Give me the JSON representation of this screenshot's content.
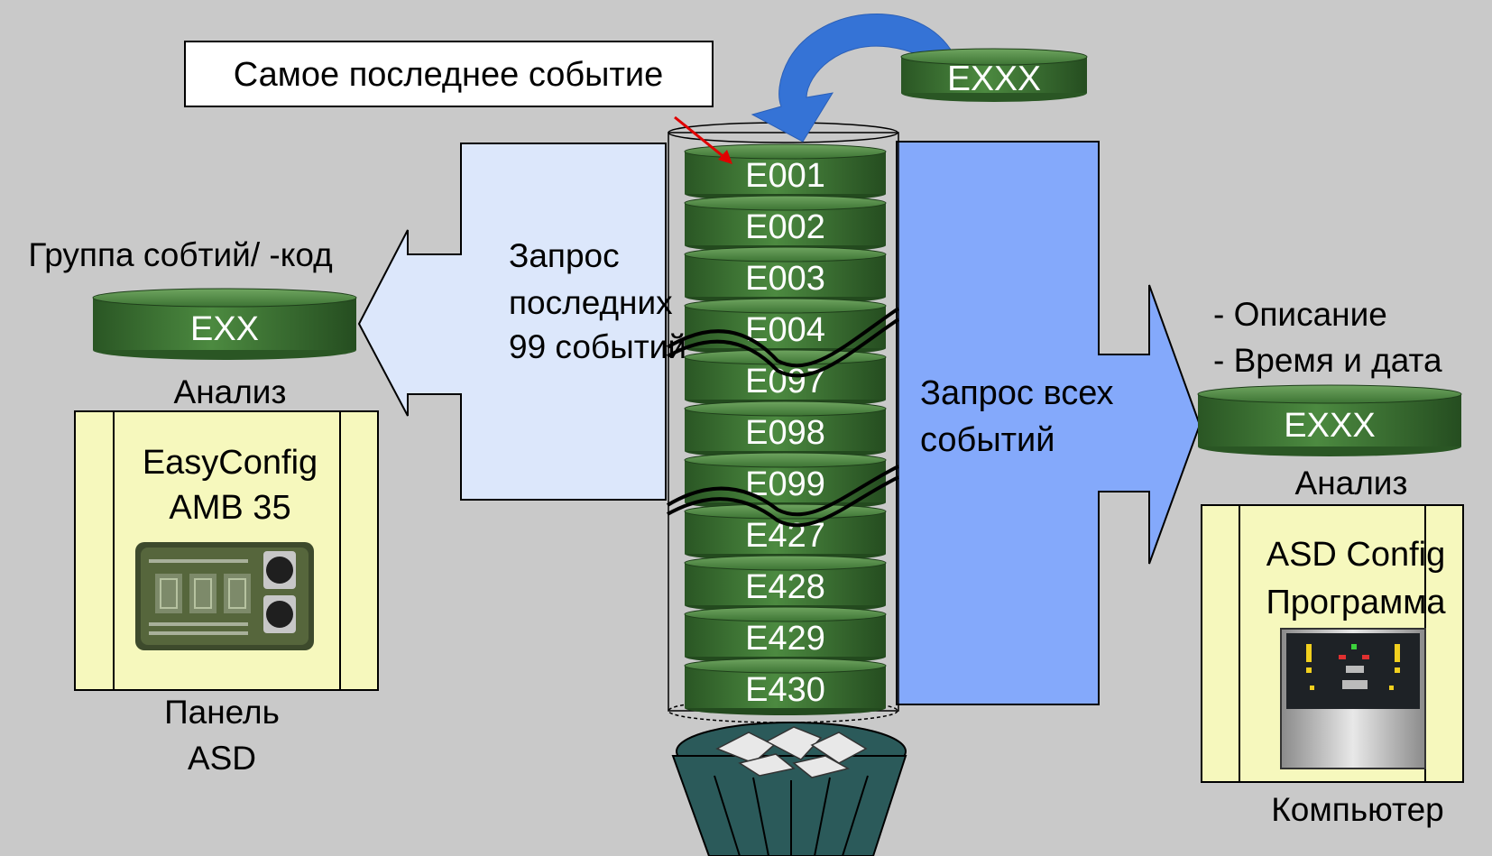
{
  "callout_latest": "Самое последнее событие",
  "incoming_event": "EXXX",
  "stack_events": [
    "E001",
    "E002",
    "E003",
    "E004",
    "E097",
    "E098",
    "E099",
    "E427",
    "E428",
    "E429",
    "E430"
  ],
  "left": {
    "group_label": "Группа собтий/ -код",
    "event_code": "EXX",
    "analysis": "Анализ",
    "device_line1": "EasyConfig",
    "device_line2": "AMB 35",
    "panel_line1": "Панель",
    "panel_line2": "ASD",
    "request_line1": "Запрос",
    "request_line2": "последних",
    "request_line3": "99 событий"
  },
  "right": {
    "request_line1": "Запрос всех",
    "request_line2": "событий",
    "desc_line1": "- Описание",
    "desc_line2": "- Время и дата",
    "event_code": "EXXX",
    "analysis": "Анализ",
    "device_line1": "ASD Config",
    "device_line2": "Программа",
    "computer": "Компьютер"
  },
  "colors": {
    "background": "#c9c9c9",
    "disk_green": "#3f7a36",
    "left_arrow": "#dce7fb",
    "right_arrow": "#84a9fb",
    "panel_yellow": "#f6f8bd",
    "curved_arrow": "#3573d6",
    "bin": "#2b5a5a"
  },
  "icons": [
    "curved-arrow-icon",
    "red-pointer-icon",
    "trash-bin-icon",
    "led-display-icon",
    "computer-panel-icon"
  ]
}
